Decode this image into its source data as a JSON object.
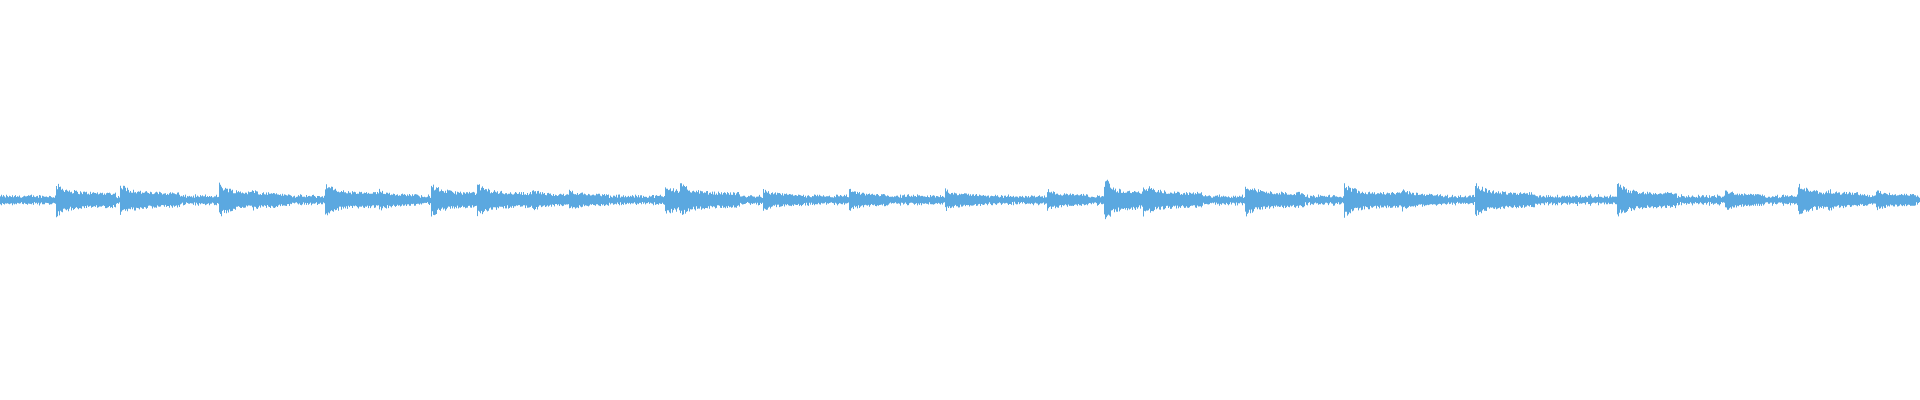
{
  "waveform": {
    "color": "#5ba8e0",
    "background": "#ffffff",
    "transient_positions": [
      0.029,
      0.062,
      0.114,
      0.131,
      0.169,
      0.197,
      0.224,
      0.248,
      0.277,
      0.296,
      0.346,
      0.354,
      0.397,
      0.442,
      0.492,
      0.545,
      0.576,
      0.595,
      0.648,
      0.7,
      0.73,
      0.768,
      0.842,
      0.898,
      0.936,
      0.952,
      0.977
    ],
    "strong_transient_positions": [
      0.029,
      0.062,
      0.114,
      0.169,
      0.224,
      0.248,
      0.346,
      0.354,
      0.576,
      0.595,
      0.648,
      0.7,
      0.768,
      0.842,
      0.936
    ],
    "peak_transient_positions": [
      0.576
    ]
  }
}
